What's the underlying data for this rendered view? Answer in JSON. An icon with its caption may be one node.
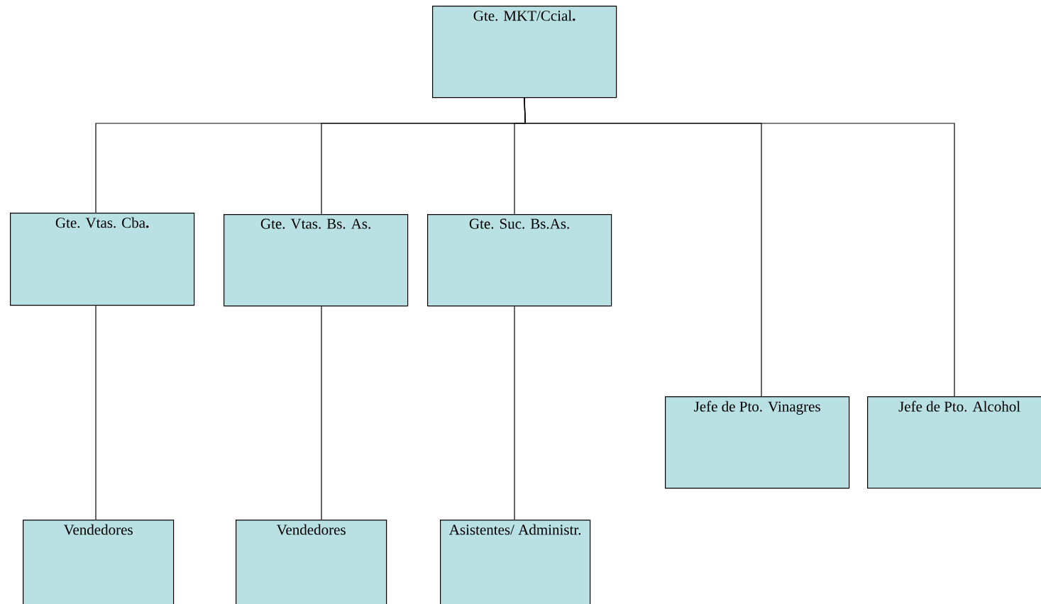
{
  "diagram": {
    "nodes": [
      {
        "text": [
          "Gte. MKT/Ccial**.**"
        ]
      },
      {
        "text": [
          "Gte. Vtas. Cba**.**"
        ]
      },
      {
        "text": [
          "Gte. Vtas. Bs. As."
        ]
      },
      {
        "text": [
          "Gte. Suc. Bs.As."
        ]
      },
      {
        "text": [
          "Jefe de Pto. Vinagres"
        ]
      },
      {
        "text": [
          "Jefe de Pto. Alcohol"
        ]
      },
      {
        "text": [
          "Vendedores"
        ]
      },
      {
        "text": [
          "Vendedores"
        ]
      },
      {
        "text": [
          "Asistentes/ Administr."
        ]
      }
    ],
    "edges": [
      {
        "from": 0,
        "to": 1,
        "arrow": "none"
      },
      {
        "from": 0,
        "to": 2,
        "arrow": "none"
      },
      {
        "from": 0,
        "to": 3,
        "arrow": "none"
      },
      {
        "from": 0,
        "to": 4,
        "arrow": "none"
      },
      {
        "from": 0,
        "to": 5,
        "arrow": "none"
      },
      {
        "from": 1,
        "to": 6,
        "arrow": "none"
      },
      {
        "from": 2,
        "to": 7,
        "arrow": "none"
      },
      {
        "from": 3,
        "to": 8,
        "arrow": "none"
      }
    ]
  }
}
